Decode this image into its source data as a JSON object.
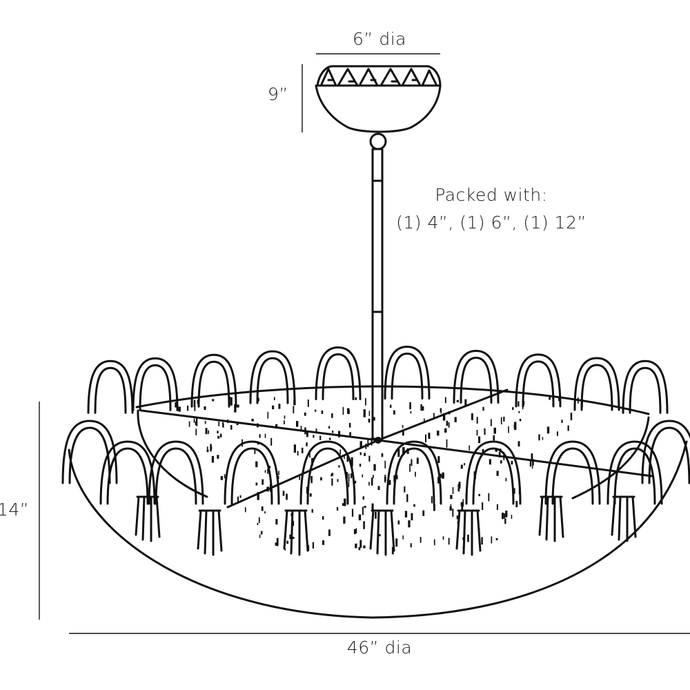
{
  "dimensions": {
    "canopy_diameter": "6” dia",
    "canopy_height": "9”",
    "body_height": "14”",
    "body_diameter": "46” dia"
  },
  "note": {
    "line1": "Packed with:",
    "line2": "(1) 4”, (1) 6”, (1) 12”"
  },
  "colors": {
    "ink": "#111111",
    "background": "#ffffff"
  }
}
